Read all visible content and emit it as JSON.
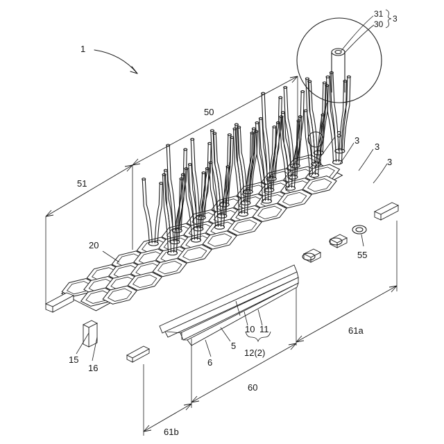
{
  "labels": {
    "assembly": "1",
    "width_dim": "50",
    "depth_dim": "51",
    "fiber_inner": "31",
    "fiber_outer": "30",
    "fiber_group": "3",
    "fiber_a": "3",
    "fiber_b": "3",
    "fiber_c": "3",
    "fiber_d": "3",
    "mesh": "20",
    "holder": "55",
    "mesh_edge": "15",
    "mesh_cell": "16",
    "base_layer": "5",
    "sub_layer": "6",
    "layer_10": "10",
    "layer_11": "11",
    "layer_group": "12(2)",
    "length_60": "60",
    "length_61a": "61a",
    "length_61b": "61b"
  }
}
